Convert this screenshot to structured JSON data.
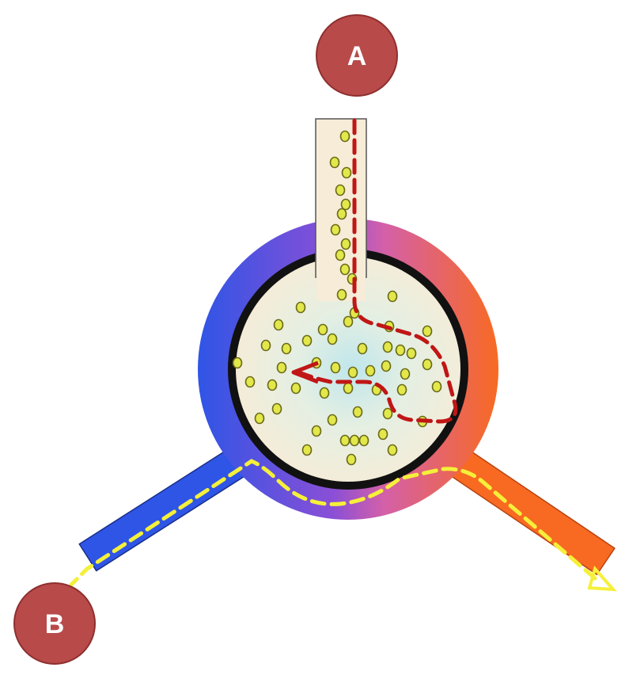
{
  "labels": {
    "a": "A",
    "b": "B"
  },
  "colors": {
    "badge_fill": "#b94a4a",
    "badge_stroke": "#8e2f2f",
    "cold_side": "#2f55e6",
    "hot_side": "#f26a2a",
    "ring_mid": "#c460b4",
    "fluid_fill": "#f6ecd7",
    "particle_fill": "#e2e84a",
    "particle_stroke": "#6b6a1a",
    "path_a": "#c01616",
    "path_b": "#f5f03a",
    "outline": "#111111"
  },
  "icons": {
    "badge_a": "circle-badge",
    "badge_b": "circle-badge",
    "path_a_arrow": "arrowhead",
    "path_b_arrow": "arrowhead"
  }
}
